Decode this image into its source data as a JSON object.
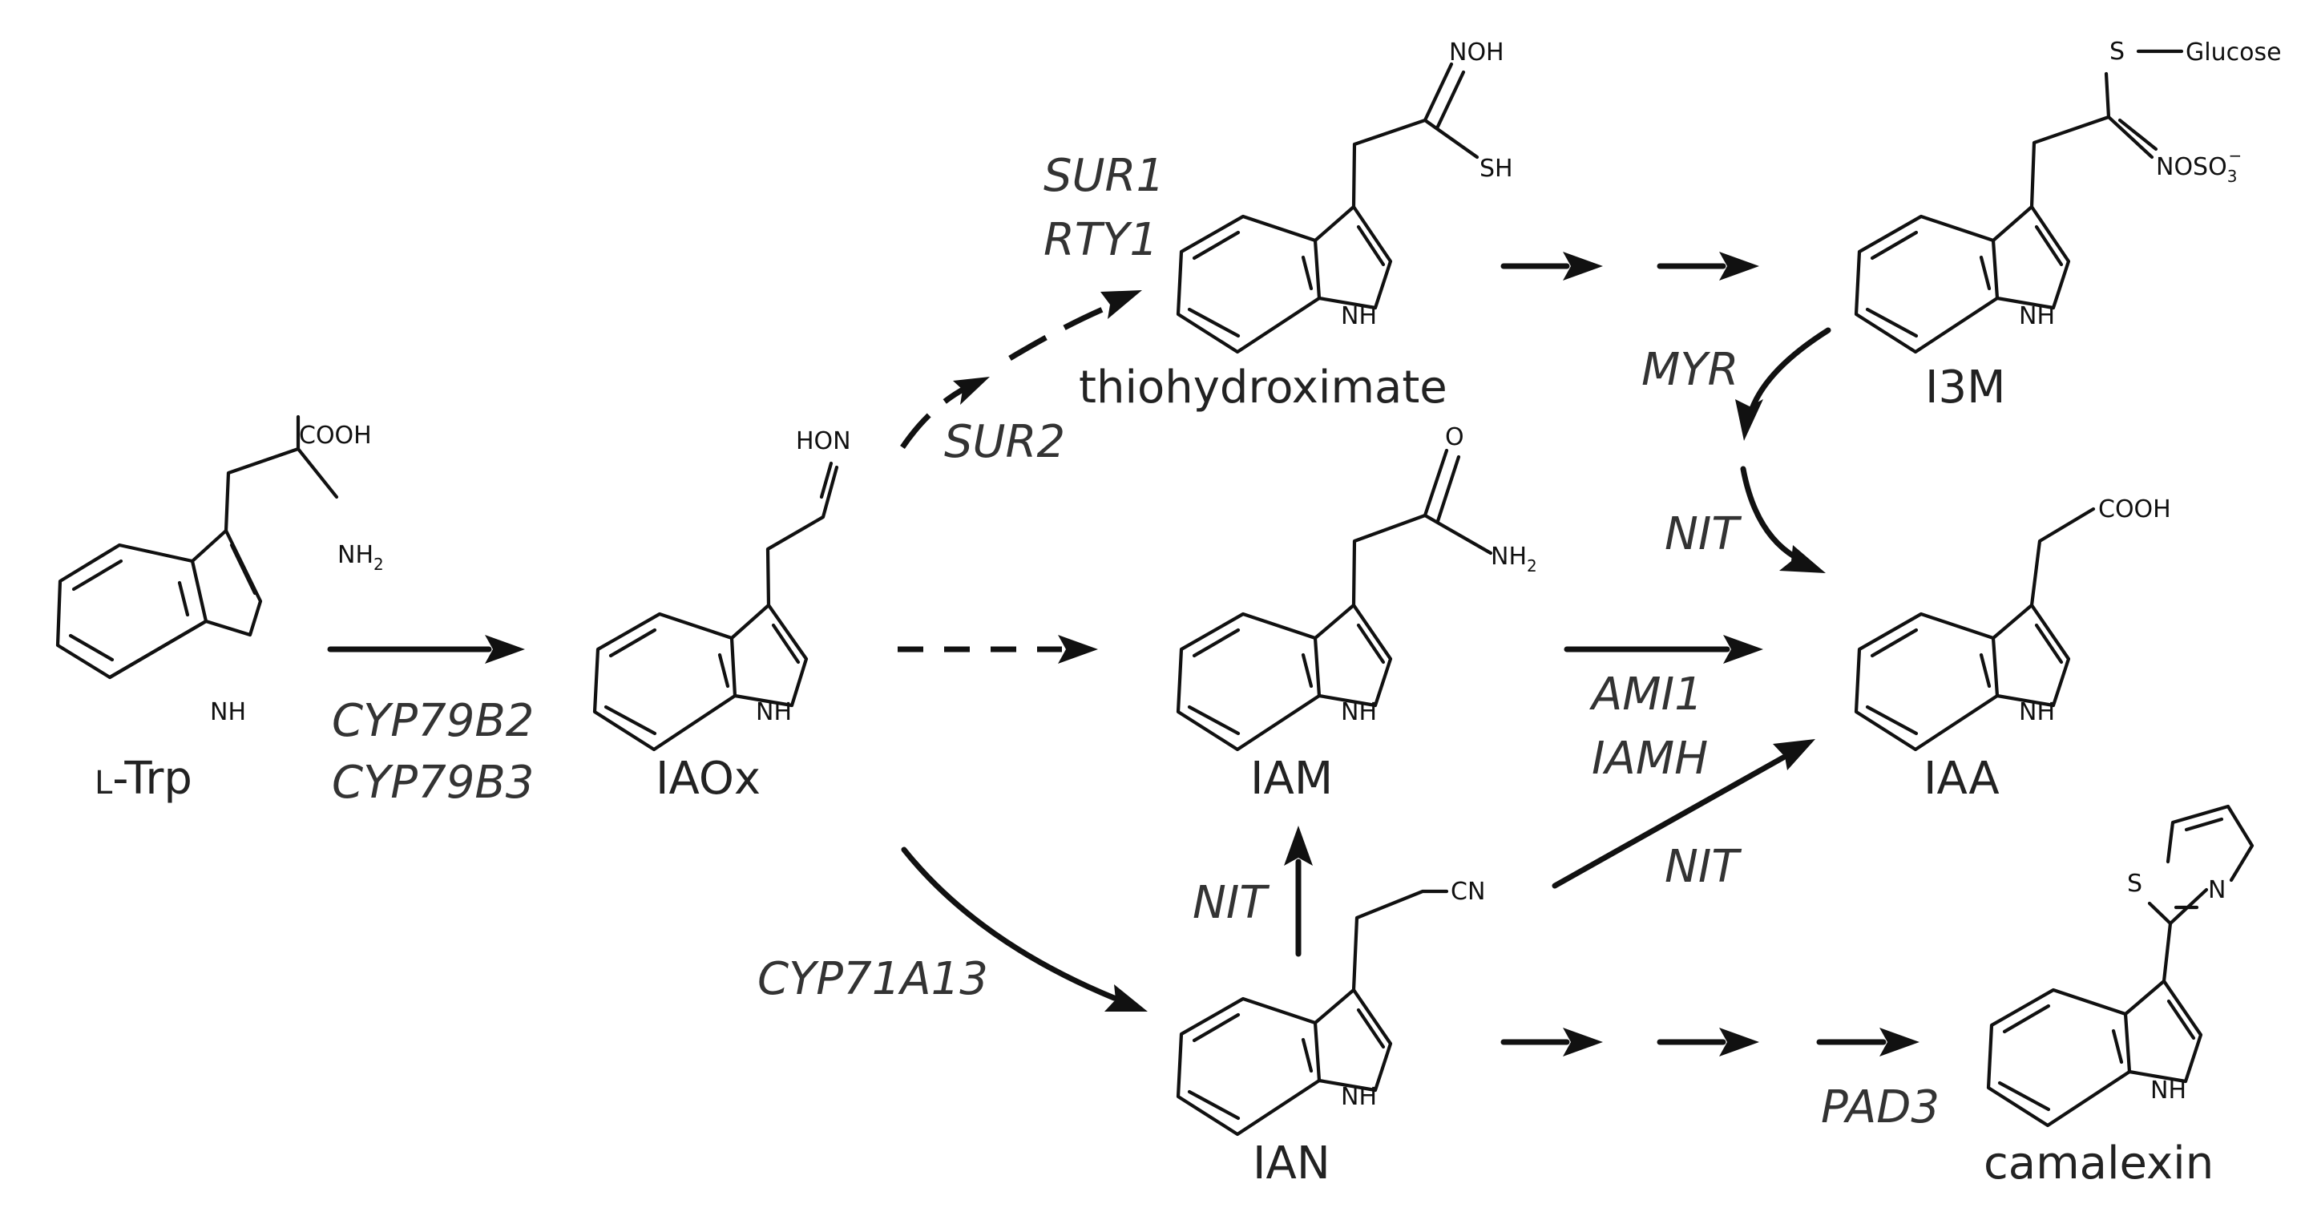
{
  "compounds": {
    "trp": {
      "name": "L-Trp",
      "prefix": "L",
      "rest": "-Trp",
      "side_group_1": "COOH",
      "side_group_2": "NH",
      "side_group_2_sub": "2"
    },
    "iaox": {
      "name": "IAOx",
      "side_group": "HON"
    },
    "thio": {
      "name": "thiohydroximate",
      "side_group_1": "NOH",
      "side_group_2": "SH"
    },
    "i3m": {
      "name": "I3M",
      "side_group_1": "S",
      "side_group_2": "Glucose",
      "side_group_3": "NOSO",
      "side_group_3_sub": "3",
      "side_group_3_sup": "−"
    },
    "iam": {
      "name": "IAM",
      "side_group_1": "O",
      "side_group_2": "NH",
      "side_group_2_sub": "2"
    },
    "iaa": {
      "name": "IAA",
      "side_group": "COOH"
    },
    "ian": {
      "name": "IAN",
      "side_group": "CN"
    },
    "camalexin": {
      "name": "camalexin",
      "ring_atom_1": "S",
      "ring_atom_2": "N"
    },
    "indole_nh": "NH"
  },
  "enzymes": {
    "cyp79b2": "CYP79B2",
    "cyp79b3": "CYP79B3",
    "sur1": "SUR1",
    "rty1": "RTY1",
    "sur2": "SUR2",
    "myr": "MYR",
    "nit_i3m": "NIT",
    "ami1": "AMI1",
    "iamh": "IAMH",
    "nit_ian_iaa": "NIT",
    "nit_ian_iam": "NIT",
    "cyp71a13": "CYP71A13",
    "pad3": "PAD3"
  },
  "colors": {
    "ink": "#111111",
    "label": "#222222",
    "background": "#ffffff"
  }
}
